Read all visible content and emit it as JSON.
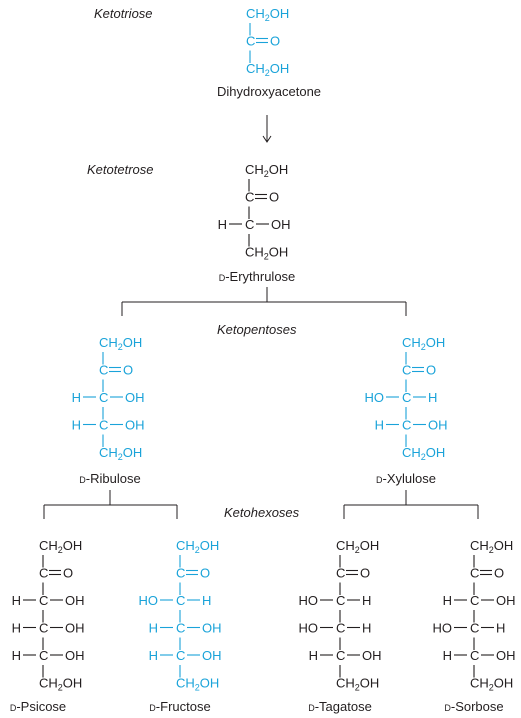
{
  "colors": {
    "black": "#231f20",
    "blue": "#1aa3d9"
  },
  "headings": {
    "ketotriose": "Ketotriose",
    "ketotetrose": "Ketotetrose",
    "ketopentoses": "Ketopentoses",
    "ketohexoses": "Ketohexoses"
  },
  "molecules": [
    {
      "id": "dihydroxyacetone",
      "name": {
        "prefix": "",
        "text": "Dihydroxyacetone"
      },
      "top_color": "blue",
      "rows": [
        {
          "type": "ch2oh",
          "color": "blue"
        },
        {
          "type": "carbonyl",
          "color": "blue"
        },
        {
          "type": "ch2oh",
          "color": "blue"
        }
      ]
    },
    {
      "id": "erythrulose",
      "name": {
        "prefix": "D",
        "text": "-Erythrulose"
      },
      "rows": [
        {
          "type": "ch2oh",
          "color": "black"
        },
        {
          "type": "carbonyl",
          "color": "black"
        },
        {
          "type": "choh",
          "oh": "right",
          "color": "black"
        },
        {
          "type": "ch2oh",
          "color": "black"
        }
      ]
    },
    {
      "id": "ribulose",
      "name": {
        "prefix": "D",
        "text": "-Ribulose"
      },
      "rows": [
        {
          "type": "ch2oh",
          "color": "blue"
        },
        {
          "type": "carbonyl",
          "color": "blue"
        },
        {
          "type": "choh",
          "oh": "right",
          "color": "blue"
        },
        {
          "type": "choh",
          "oh": "right",
          "color": "blue"
        },
        {
          "type": "ch2oh",
          "color": "blue"
        }
      ]
    },
    {
      "id": "xylulose",
      "name": {
        "prefix": "D",
        "text": "-Xylulose"
      },
      "rows": [
        {
          "type": "ch2oh",
          "color": "blue"
        },
        {
          "type": "carbonyl",
          "color": "blue"
        },
        {
          "type": "choh",
          "oh": "left",
          "color": "blue"
        },
        {
          "type": "choh",
          "oh": "right",
          "color": "blue"
        },
        {
          "type": "ch2oh",
          "color": "blue"
        }
      ]
    },
    {
      "id": "psicose",
      "name": {
        "prefix": "D",
        "text": "-Psicose"
      },
      "rows": [
        {
          "type": "ch2oh",
          "color": "black"
        },
        {
          "type": "carbonyl",
          "color": "black"
        },
        {
          "type": "choh",
          "oh": "right",
          "color": "black"
        },
        {
          "type": "choh",
          "oh": "right",
          "color": "black"
        },
        {
          "type": "choh",
          "oh": "right",
          "color": "black"
        },
        {
          "type": "ch2oh",
          "color": "black"
        }
      ]
    },
    {
      "id": "fructose",
      "name": {
        "prefix": "D",
        "text": "-Fructose"
      },
      "rows": [
        {
          "type": "ch2oh",
          "color": "blue"
        },
        {
          "type": "carbonyl",
          "color": "blue"
        },
        {
          "type": "choh",
          "oh": "left",
          "color": "blue"
        },
        {
          "type": "choh",
          "oh": "right",
          "color": "blue"
        },
        {
          "type": "choh",
          "oh": "right",
          "color": "blue"
        },
        {
          "type": "ch2oh",
          "color": "blue"
        }
      ]
    },
    {
      "id": "tagatose",
      "name": {
        "prefix": "D",
        "text": "-Tagatose"
      },
      "rows": [
        {
          "type": "ch2oh",
          "color": "black"
        },
        {
          "type": "carbonyl",
          "color": "black"
        },
        {
          "type": "choh",
          "oh": "left",
          "color": "black"
        },
        {
          "type": "choh",
          "oh": "left",
          "color": "black"
        },
        {
          "type": "choh",
          "oh": "right",
          "color": "black"
        },
        {
          "type": "ch2oh",
          "color": "black"
        }
      ]
    },
    {
      "id": "sorbose",
      "name": {
        "prefix": "D",
        "text": "-Sorbose"
      },
      "rows": [
        {
          "type": "ch2oh",
          "color": "black"
        },
        {
          "type": "carbonyl",
          "color": "black"
        },
        {
          "type": "choh",
          "oh": "right",
          "color": "black"
        },
        {
          "type": "choh",
          "oh": "left",
          "color": "black"
        },
        {
          "type": "choh",
          "oh": "right",
          "color": "black"
        },
        {
          "type": "ch2oh",
          "color": "black"
        }
      ]
    }
  ],
  "atoms": {
    "ch2": "CH",
    "two": "2",
    "oh": "OH",
    "o": "O",
    "c": "C",
    "h": "H",
    "ho": "HO"
  }
}
